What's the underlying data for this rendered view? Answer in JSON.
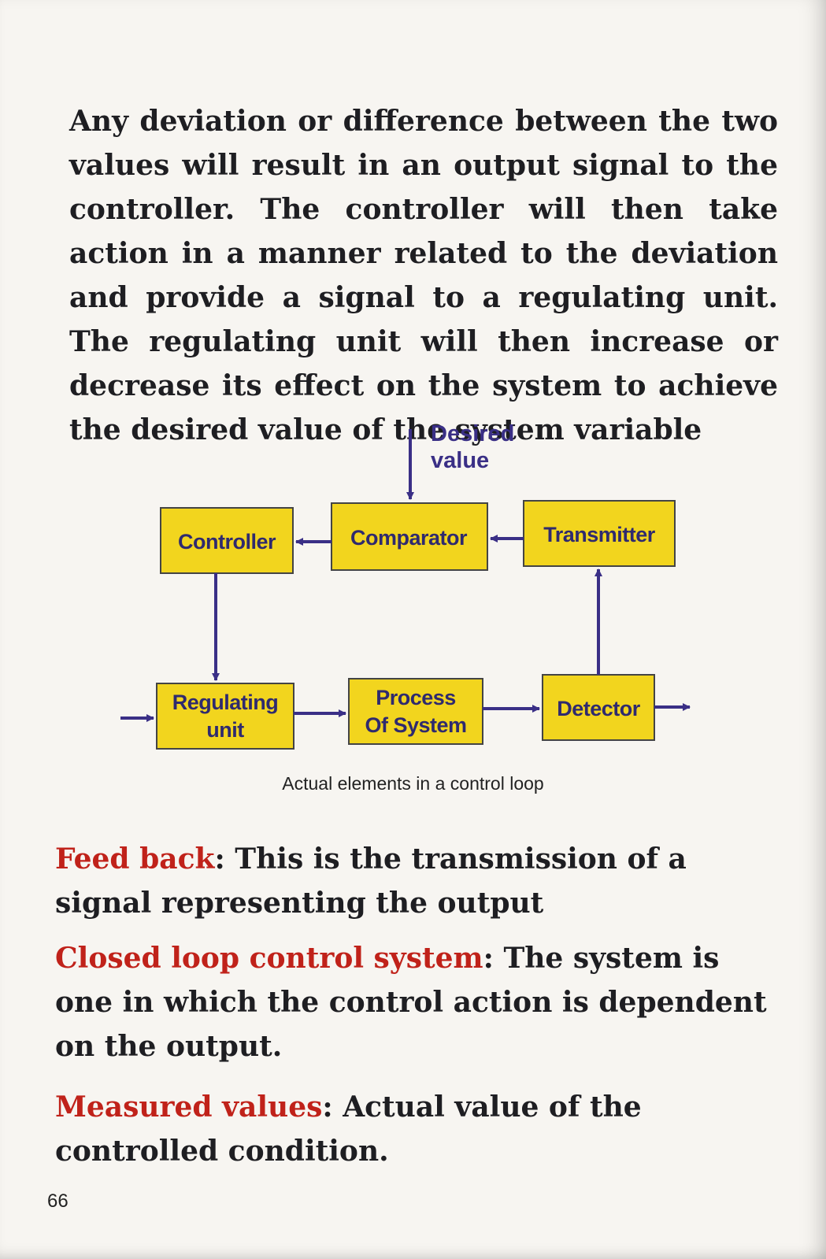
{
  "intro_paragraph": "Any deviation or difference between the two values will result in an output signal to the controller. The controller will then take action in a manner related to the deviation and provide a signal to a regulating unit. The regulating unit will then increase or decrease its effect on the system to achieve the desired value of the system variable",
  "diagram": {
    "desired_value_line1": "Desired",
    "desired_value_line2": "value",
    "boxes": {
      "controller": "Controller",
      "comparator": "Comparator",
      "transmitter": "Transmitter",
      "regulating_unit_line1": "Regulating",
      "regulating_unit_line2": "unit",
      "process_line1": "Process",
      "process_line2": "Of System",
      "detector": "Detector"
    },
    "caption": "Actual elements in a control loop",
    "colors": {
      "box_fill": "#f2d51e",
      "arrow": "#3a2f86",
      "text": "#2f2a6e"
    }
  },
  "definitions": [
    {
      "term": "Feed back",
      "separator": ":",
      "text": " This is the transmission of a signal representing the output"
    },
    {
      "term": "Closed loop control system",
      "separator": ":",
      "text": "  The system is one in which the control action is dependent on the output."
    },
    {
      "term": "Measured values",
      "separator": ":",
      "text": " Actual value of the controlled condition."
    }
  ],
  "page_number": "66",
  "colors": {
    "term": "#c0221a",
    "body_text": "#1e1e22",
    "page": "#f7f5f1"
  }
}
